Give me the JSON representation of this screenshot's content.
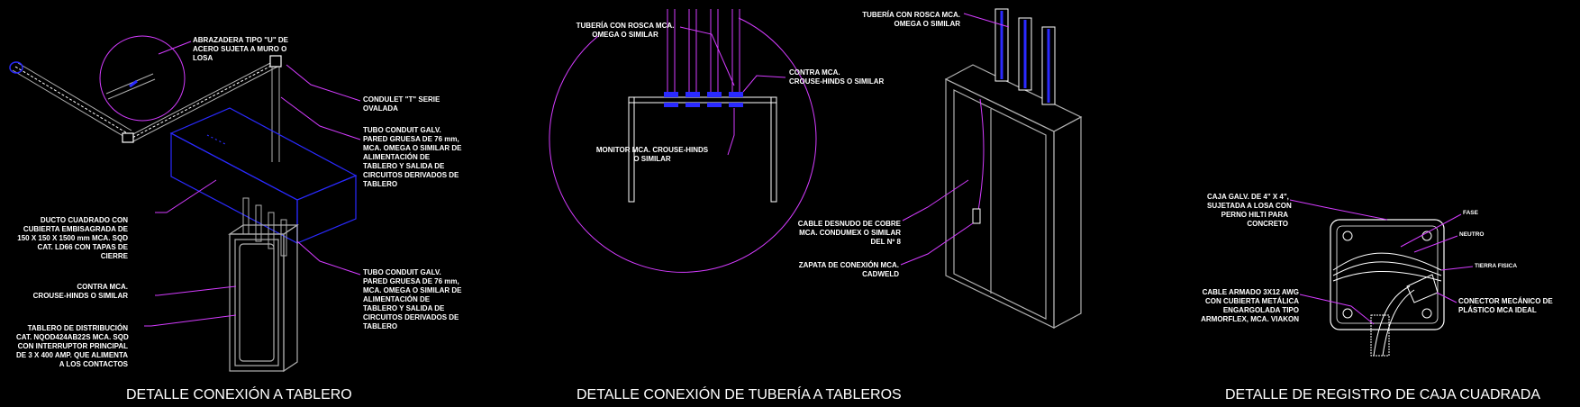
{
  "titles": {
    "t1": "DETALLE CONEXIÓN A TABLERO",
    "t2": "DETALLE CONEXIÓN DE TUBERÍA A TABLEROS",
    "t3": "DETALLE DE REGISTRO DE CAJA CUADRADA"
  },
  "detail1": {
    "abrazadera": "ABRAZADERA TIPO \"U\" DE\nACERO SUJETA A MURO O\nLOSA",
    "condulet": "CONDULET \"T\" SERIE\nOVALADA",
    "tubo1": "TUBO CONDUIT GALV.\nPARED GRUESA DE 76 mm,\nMCA. OMEGA O SIMILAR DE\nALIMENTACIÓN DE\nTABLERO Y SALIDA DE\nCIRCUITOS DERIVADOS DE\nTABLERO",
    "ducto": "DUCTO CUADRADO CON\nCUBIERTA EMBISAGRADA DE\n150 X 150 X 1500 mm MCA. SQD\nCAT. LD66 CON TAPAS DE\nCIERRE",
    "contra": "CONTRA MCA.\nCROUSE-HINDS O SIMILAR",
    "tubo2": "TUBO CONDUIT GALV.\nPARED GRUESA DE 76 mm,\nMCA. OMEGA O SIMILAR DE\nALIMENTACIÓN DE\nTABLERO Y SALIDA DE\nCIRCUITOS DERIVADOS DE\nTABLERO",
    "tablero": "TABLERO DE DISTRIBUCIÓN\nCAT. NQOD424AB22S MCA. SQD\nCON INTERRUPTOR PRINCIPAL\nDE 3 X 400 AMP. QUE ALIMENTA\nA LOS CONTACTOS"
  },
  "detail2": {
    "tuberia": "TUBERÍA CON ROSCA MCA.\nOMEGA O SIMILAR",
    "contra": "CONTRA MCA.\nCROUSE-HINDS O SIMILAR",
    "monitor": "MONITOR MCA. CROUSE-HINDS\nO SIMILAR"
  },
  "detail2b": {
    "tuberia": "TUBERÍA CON ROSCA MCA.\nOMEGA O SIMILAR",
    "cable": "CABLE DESNUDO DE COBRE\nMCA. CONDUMEX O SIMILAR\nDEL Nº 8",
    "zapata": "ZAPATA DE CONEXIÓN MCA.\nCADWELD"
  },
  "detail3": {
    "caja": "CAJA GALV. DE 4\" X 4\",\nSUJETADA A LOSA CON\nPERNO HILTI PARA\nCONCRETO",
    "fase": "FASE",
    "neutro": "NEUTRO",
    "tierra": "TIERRA FISICA",
    "cable": "CABLE ARMADO 3X12 AWG\nCON CUBIERTA METÁLICA\nENGARGOLADA TIPO\nARMORFLEX, MCA. VIAKON",
    "conector": "CONECTOR MECÁNICO DE\nPLÁSTICO MCA IDEAL"
  },
  "colors": {
    "background": "#000000",
    "blue": "#2a2aff",
    "magenta": "#d43cff",
    "white": "#ffffff",
    "gray": "#b0b0b0"
  }
}
